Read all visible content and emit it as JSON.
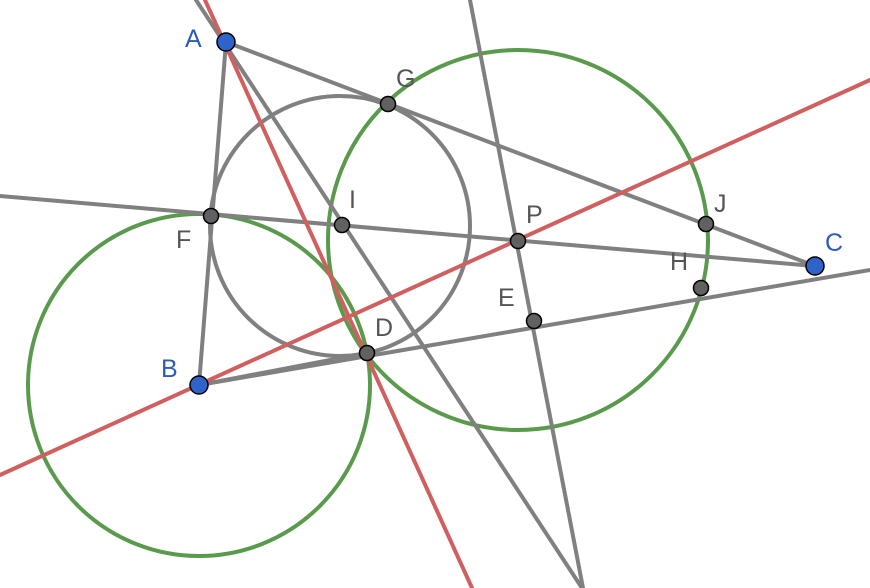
{
  "colors": {
    "background": "#ffffff",
    "line": "#808080",
    "red_line": "#d06060",
    "circle_green": "#5a9a4c",
    "circle_gray": "#808080",
    "free_point_fill": "#2f63c9",
    "free_point_label": "#2b5cb8",
    "derived_point_fill": "#616161",
    "derived_point_label": "#555555"
  },
  "points": {
    "A": {
      "label": "A"
    },
    "B": {
      "label": "B"
    },
    "C": {
      "label": "C"
    },
    "D": {
      "label": "D"
    },
    "E": {
      "label": "E"
    },
    "F": {
      "label": "F"
    },
    "G": {
      "label": "G"
    },
    "H": {
      "label": "H"
    },
    "I": {
      "label": "I"
    },
    "J": {
      "label": "J"
    },
    "P": {
      "label": "P"
    }
  }
}
